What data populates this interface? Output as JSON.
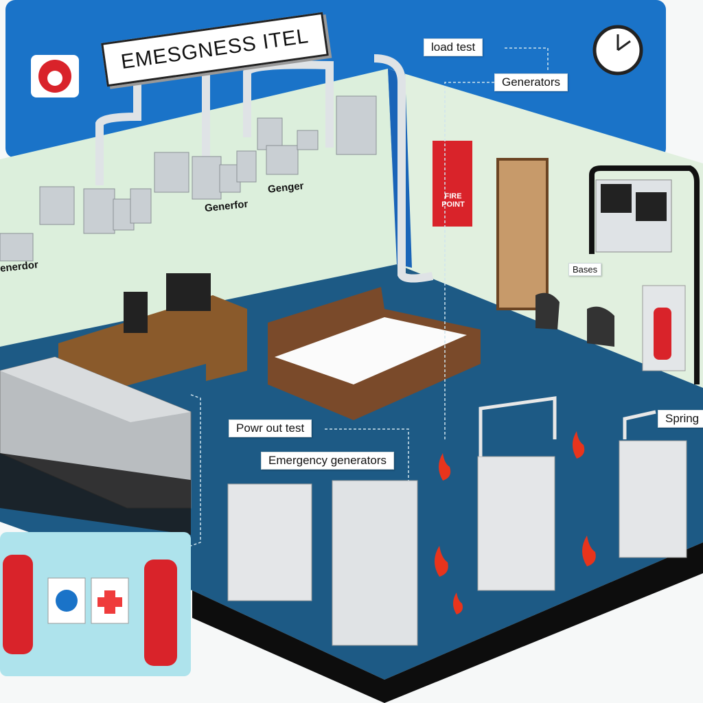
{
  "title_banner": "EMESGNESS ITEL",
  "labels": {
    "load_test": "load test",
    "generators": "Generators",
    "generfor": "Generfor",
    "genger": "Genger",
    "enerdor": "enerdor",
    "bases": "Bases",
    "power_out_test": "Powr out test",
    "emergency_generators": "Emergency generators",
    "spring": "Spring"
  },
  "fire_sign": "FIRE POINT",
  "colors": {
    "backdrop_blue": "#1a73c8",
    "wall": "#dcefdc",
    "floor": "#1d5a85",
    "fire_red": "#d9232a",
    "panel_cyan": "#aee3ec"
  }
}
